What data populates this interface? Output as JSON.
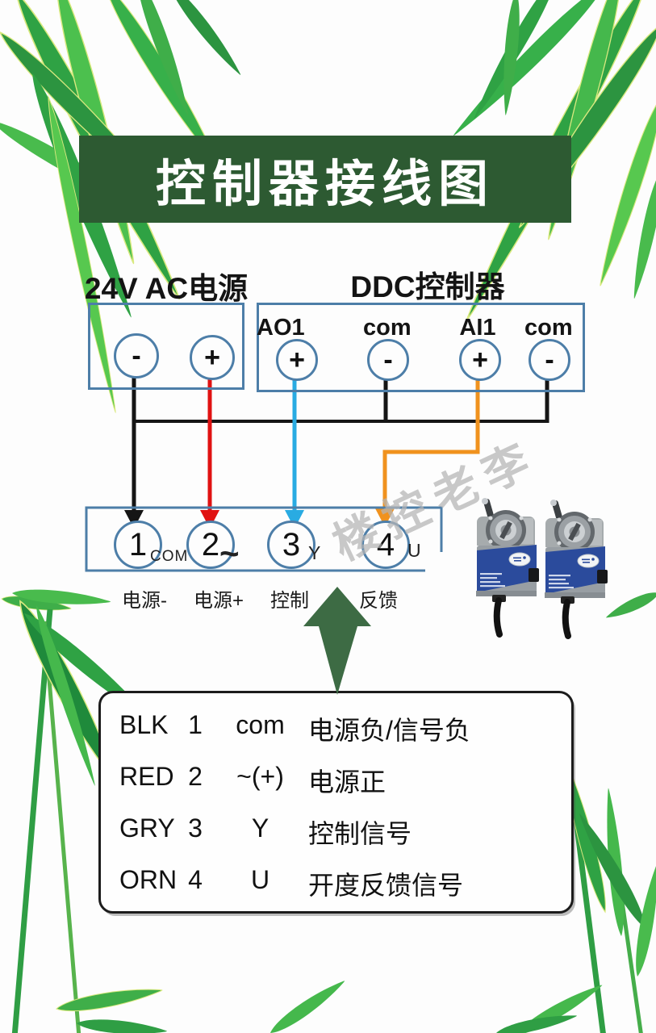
{
  "title": "控制器接线图",
  "watermark": "楼控老李",
  "power_box": {
    "label": "24V AC电源",
    "terminals": [
      {
        "symbol": "-"
      },
      {
        "symbol": "+"
      }
    ]
  },
  "ddc_box": {
    "label": "DDC控制器",
    "terminals": [
      {
        "name": "AO1",
        "symbol": "+"
      },
      {
        "name": "com",
        "symbol": "-"
      },
      {
        "name": "AI1",
        "symbol": "+"
      },
      {
        "name": "com",
        "symbol": "-"
      }
    ]
  },
  "actuator_box": {
    "terminals": [
      {
        "number": "1",
        "port": "COM",
        "function": "电源-"
      },
      {
        "number": "2",
        "port": "~",
        "function": "电源+"
      },
      {
        "number": "3",
        "port": "Y",
        "function": "控制"
      },
      {
        "number": "4",
        "port": "U",
        "function": "反馈"
      }
    ]
  },
  "legend": {
    "rows": [
      {
        "code": "BLK",
        "number": "1",
        "terminal": "com",
        "description": "电源负/信号负"
      },
      {
        "code": "RED",
        "number": "2",
        "terminal": "~(+)",
        "description": "电源正"
      },
      {
        "code": "GRY",
        "number": "3",
        "terminal": "Y",
        "description": "控制信号"
      },
      {
        "code": "ORN",
        "number": "4",
        "terminal": "U",
        "description": "开度反馈信号"
      }
    ]
  },
  "colors": {
    "banner_green": "#2d5a32",
    "arrow_green": "#3d6b44",
    "wire_black": "#151515",
    "wire_red": "#e01212",
    "wire_blue": "#29abe2",
    "wire_orange": "#f0921e",
    "box_border_blue": "#4d7ea8"
  }
}
